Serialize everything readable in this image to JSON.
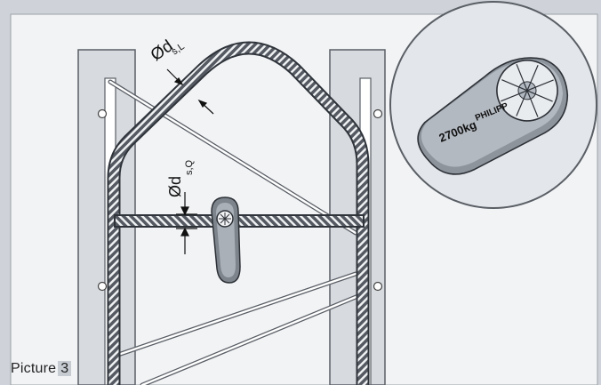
{
  "labels": {
    "dim_long_main": "Ød",
    "dim_long_sub": "s,L",
    "dim_cross_main": "Ød",
    "dim_cross_sub": "s,Q"
  },
  "tag": {
    "brand": "PHILIPP",
    "load": "2700kg"
  },
  "caption": {
    "prefix": "Picture",
    "number": "3"
  },
  "colors": {
    "background": "#cfd3d9",
    "panel": "#f2f3f5",
    "column": "#d7dade",
    "rebar": "#3b4048",
    "tag": "#a9b0b8",
    "zoom_circle": "#e3e6ea"
  }
}
